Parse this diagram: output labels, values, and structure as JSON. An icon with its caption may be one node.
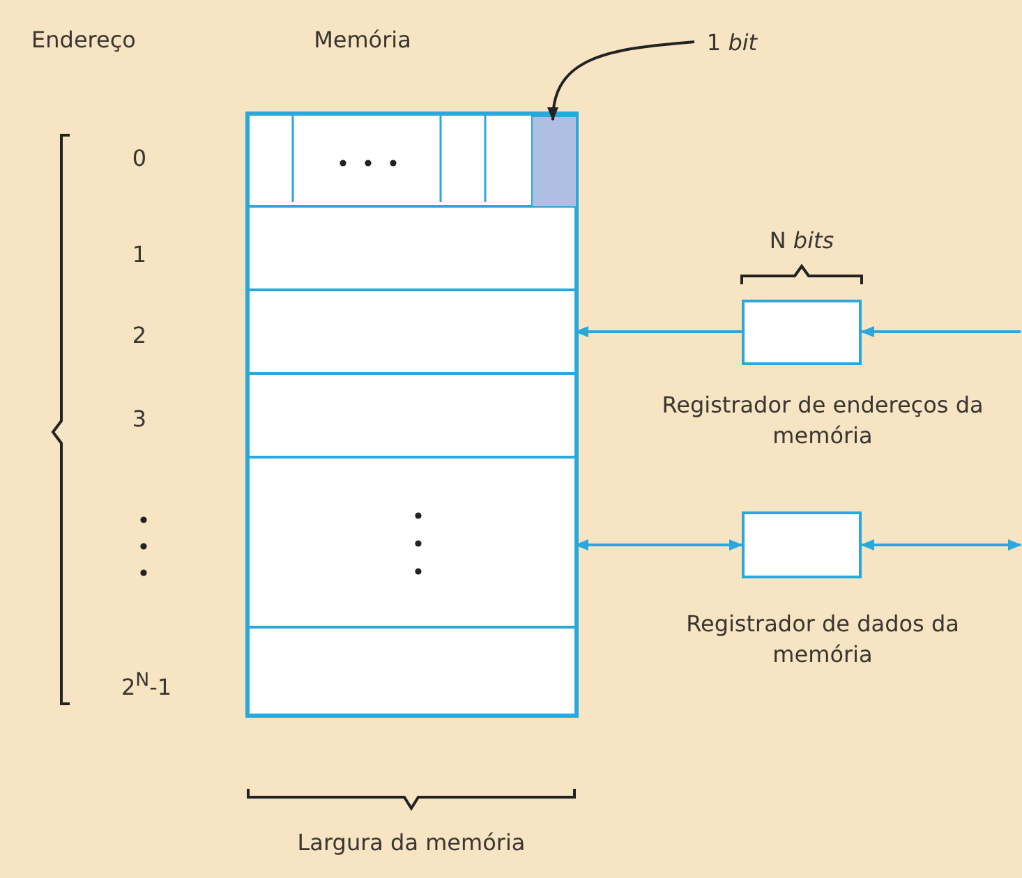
{
  "diagram": {
    "nodes": [
      {
        "text": [],
        "shape": "box"
      },
      {
        "text": [],
        "shape": "box",
        "in": 0
      },
      {
        "text": [],
        "shape": "box",
        "in": 1
      },
      {
        "text": [],
        "shape": "box",
        "in": 0
      },
      {
        "text": [],
        "shape": "box",
        "in": 0
      },
      {
        "text": [],
        "shape": "box",
        "in": 0
      },
      {
        "text": [],
        "shape": "box",
        "in": 0
      },
      {
        "text": [],
        "shape": "box",
        "in": 0
      },
      {
        "text": [
          "1 *bit*"
        ]
      },
      {
        "text": [
          "Registrador de endereços da memória"
        ],
        "beside": [
          "N *bits*"
        ]
      },
      {
        "text": [
          "Registrador de dados da memória"
        ]
      }
    ],
    "edges": [
      {
        "from": 8,
        "to": 2,
        "arrow": "to",
        "color": "#222222"
      },
      {
        "from": 9,
        "to": 0,
        "arrow": "to"
      },
      {
        "from": null,
        "to": 9,
        "arrow": "to"
      },
      {
        "from": 10,
        "to": 0,
        "arrow": "both"
      },
      {
        "from": null,
        "to": 10,
        "arrow": "both"
      }
    ],
    "labels": [
      "Endereço",
      "Memória",
      "0",
      "1",
      "2",
      "3",
      "2$^{N}$-1",
      "Largura da memória"
    ]
  }
}
